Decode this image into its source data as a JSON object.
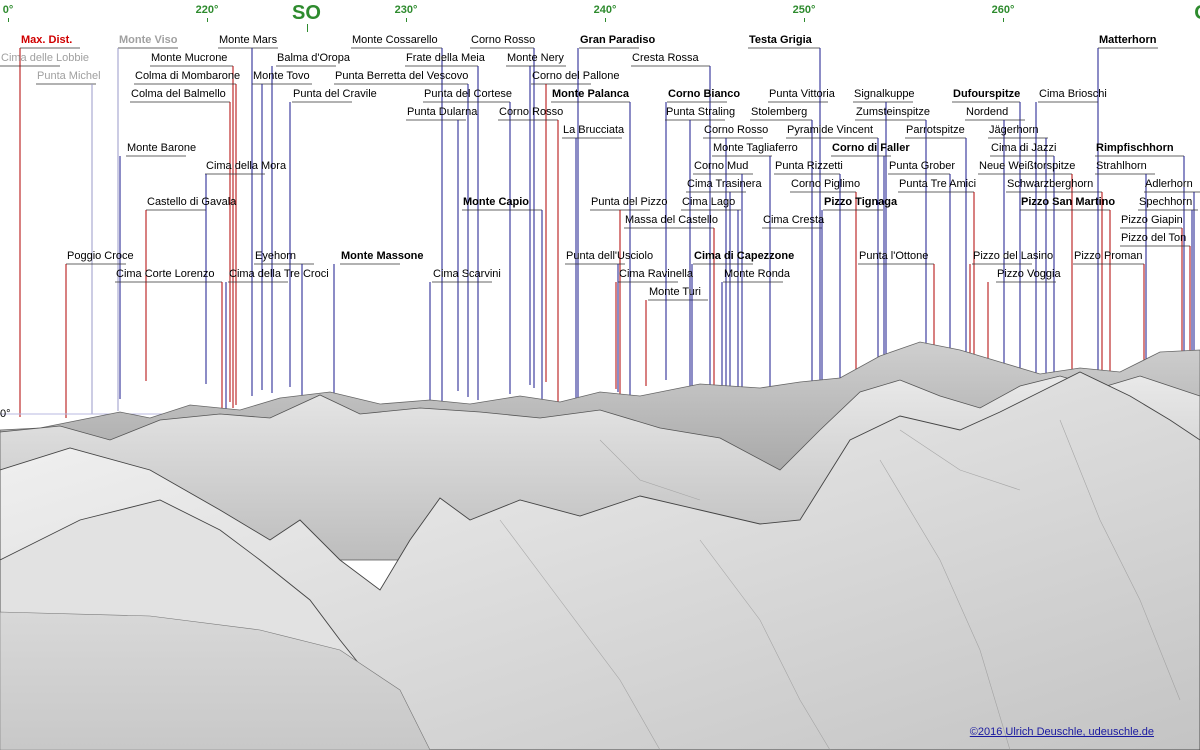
{
  "compass": [
    {
      "text": "0°",
      "az": 210,
      "big": false
    },
    {
      "text": "220°",
      "az": 220,
      "big": false
    },
    {
      "text": "SO",
      "az": 225,
      "big": true
    },
    {
      "text": "230°",
      "az": 230,
      "big": false
    },
    {
      "text": "240°",
      "az": 240,
      "big": false
    },
    {
      "text": "250°",
      "az": 250,
      "big": false
    },
    {
      "text": "260°",
      "az": 260,
      "big": false
    },
    {
      "text": "O",
      "az": 270,
      "big": true
    }
  ],
  "horizon_label": "0°",
  "copyright": "©2016 Ulrich Deuschle, udeuschle.de",
  "peaks": [
    {
      "name": "Max. Dist.",
      "style": "red"
    },
    {
      "name": "Cima delle Lobbie",
      "style": "grey"
    },
    {
      "name": "Punta Michel",
      "style": "grey"
    },
    {
      "name": "Monte Viso",
      "style": "greyb"
    },
    {
      "name": "Monte Mucrone",
      "style": "normal"
    },
    {
      "name": "Colma di Mombarone",
      "style": "normal"
    },
    {
      "name": "Colma del Balmello",
      "style": "normal"
    },
    {
      "name": "Monte Barone",
      "style": "normal"
    },
    {
      "name": "Monte Mars",
      "style": "normal"
    },
    {
      "name": "Balma d'Oropa",
      "style": "normal"
    },
    {
      "name": "Monte Tovo",
      "style": "normal"
    },
    {
      "name": "Punta del Cravile",
      "style": "normal"
    },
    {
      "name": "Cima della Mora",
      "style": "normal"
    },
    {
      "name": "Castello di Gavala",
      "style": "normal"
    },
    {
      "name": "Poggio Croce",
      "style": "normal"
    },
    {
      "name": "Cima Corte Lorenzo",
      "style": "normal"
    },
    {
      "name": "Eyehorn",
      "style": "normal"
    },
    {
      "name": "Cima della Tre Croci",
      "style": "normal"
    },
    {
      "name": "Monte Massone",
      "style": "bold"
    },
    {
      "name": "Monte Cossarello",
      "style": "normal"
    },
    {
      "name": "Frate della Meia",
      "style": "normal"
    },
    {
      "name": "Punta Berretta del Vescovo",
      "style": "normal"
    },
    {
      "name": "Punta del Cortese",
      "style": "normal"
    },
    {
      "name": "Punta Dularna",
      "style": "normal"
    },
    {
      "name": "Corno Rosso",
      "style": "normal"
    },
    {
      "name": "Monte Nery",
      "style": "normal"
    },
    {
      "name": "Corno del Pallone",
      "style": "normal"
    },
    {
      "name": "Corno Rosso",
      "style": "normal"
    },
    {
      "name": "Monte Capio",
      "style": "bold"
    },
    {
      "name": "Cima Scarvini",
      "style": "normal"
    },
    {
      "name": "Gran Paradiso",
      "style": "bold"
    },
    {
      "name": "Cresta Rossa",
      "style": "normal"
    },
    {
      "name": "Monte Palanca",
      "style": "bold"
    },
    {
      "name": "La Brucciata",
      "style": "normal"
    },
    {
      "name": "Punta del Pizzo",
      "style": "normal"
    },
    {
      "name": "Massa del Castello",
      "style": "normal"
    },
    {
      "name": "Punta dell'Usciolo",
      "style": "normal"
    },
    {
      "name": "Cima Ravinella",
      "style": "normal"
    },
    {
      "name": "Monte Turi",
      "style": "normal"
    },
    {
      "name": "Testa Grigia",
      "style": "bold"
    },
    {
      "name": "Corno Bianco",
      "style": "bold"
    },
    {
      "name": "Punta Straling",
      "style": "normal"
    },
    {
      "name": "Corno Rosso",
      "style": "normal"
    },
    {
      "name": "Monte Tagliaferro",
      "style": "normal"
    },
    {
      "name": "Corno Mud",
      "style": "normal"
    },
    {
      "name": "Cima Trasinera",
      "style": "normal"
    },
    {
      "name": "Cima Lago",
      "style": "normal"
    },
    {
      "name": "Cima di Capezzone",
      "style": "bold"
    },
    {
      "name": "Monte Ronda",
      "style": "normal"
    },
    {
      "name": "Punta Vittoria",
      "style": "normal"
    },
    {
      "name": "Stolemberg",
      "style": "normal"
    },
    {
      "name": "Pyramide Vincent",
      "style": "normal"
    },
    {
      "name": "Punta Rizzetti",
      "style": "normal"
    },
    {
      "name": "Corno Piglimo",
      "style": "normal"
    },
    {
      "name": "Cima Cresta",
      "style": "normal"
    },
    {
      "name": "Signalkuppe",
      "style": "normal"
    },
    {
      "name": "Zumsteinspitze",
      "style": "normal"
    },
    {
      "name": "Corno di Faller",
      "style": "bold"
    },
    {
      "name": "Pizzo Tignaga",
      "style": "bold"
    },
    {
      "name": "Punta l'Ottone",
      "style": "normal"
    },
    {
      "name": "Dufourspitze",
      "style": "bold"
    },
    {
      "name": "Nordend",
      "style": "normal"
    },
    {
      "name": "Parrotspitze",
      "style": "normal"
    },
    {
      "name": "Punta Grober",
      "style": "normal"
    },
    {
      "name": "Punta Tre Amici",
      "style": "normal"
    },
    {
      "name": "Jägerhorn",
      "style": "normal"
    },
    {
      "name": "Cima di Jazzi",
      "style": "normal"
    },
    {
      "name": "Neue Weißtorspitze",
      "style": "normal"
    },
    {
      "name": "Schwarzberghorn",
      "style": "normal"
    },
    {
      "name": "Pizzo San Martino",
      "style": "bold"
    },
    {
      "name": "Pizzo del Lasino",
      "style": "normal"
    },
    {
      "name": "Pizzo Voggia",
      "style": "normal"
    },
    {
      "name": "Matterhorn",
      "style": "bold"
    },
    {
      "name": "Cima Brioschi",
      "style": "normal"
    },
    {
      "name": "Rimpfischhorn",
      "style": "bold"
    },
    {
      "name": "Strahlhorn",
      "style": "normal"
    },
    {
      "name": "Adlerhorn",
      "style": "normal"
    },
    {
      "name": "Spechhorn",
      "style": "normal"
    },
    {
      "name": "Pizzo Giapin",
      "style": "normal"
    },
    {
      "name": "Pizzo del Ton",
      "style": "normal"
    },
    {
      "name": "Pizzo Proman",
      "style": "normal"
    }
  ]
}
